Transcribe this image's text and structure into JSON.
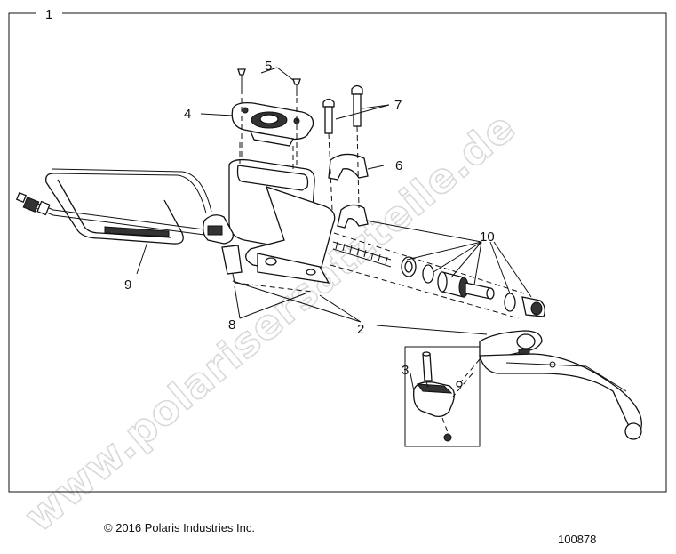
{
  "frame": {
    "label": "1"
  },
  "callouts": {
    "c2": "2",
    "c3": "3",
    "c4": "4",
    "c5": "5",
    "c6": "6",
    "c7": "7",
    "c8": "8",
    "c9": "9",
    "c10": "10"
  },
  "watermark": "www.polarisersatzteile.de",
  "footer": {
    "copyright": "© 2016 Polaris Industries Inc.",
    "doc_number": "100878"
  }
}
